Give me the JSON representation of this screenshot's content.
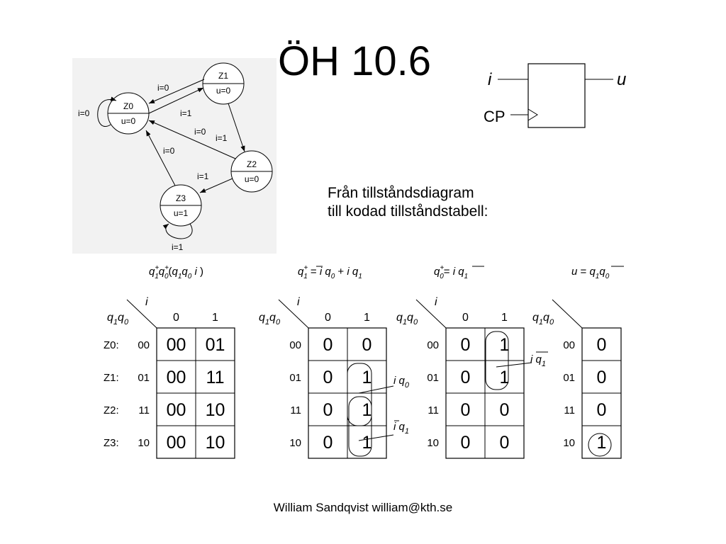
{
  "slide": {
    "title": "ÖH 10.6",
    "subtitle_line1": "Från tillståndsdiagram",
    "subtitle_line2": "till kodad tillståndstabell:",
    "footer": "William Sandqvist william@kth.se"
  },
  "state_diagram": {
    "states": [
      {
        "name": "Z0",
        "output": "u=0"
      },
      {
        "name": "Z1",
        "output": "u=0"
      },
      {
        "name": "Z2",
        "output": "u=0"
      },
      {
        "name": "Z3",
        "output": "u=1"
      }
    ],
    "transitions": [
      {
        "from": "Z0",
        "to": "Z0",
        "label": "i=0"
      },
      {
        "from": "Z1",
        "to": "Z0",
        "label": "i=0"
      },
      {
        "from": "Z0",
        "to": "Z1",
        "label": "i=1"
      },
      {
        "from": "Z2",
        "to": "Z0",
        "label": "i=0"
      },
      {
        "from": "Z1",
        "to": "Z2",
        "label": "i=1"
      },
      {
        "from": "Z3",
        "to": "Z0",
        "label": "i=0"
      },
      {
        "from": "Z2",
        "to": "Z3",
        "label": "i=1"
      },
      {
        "from": "Z3",
        "to": "Z3",
        "label": "i=1"
      }
    ]
  },
  "block": {
    "input": "i",
    "output": "u",
    "clock": "CP"
  },
  "tables": {
    "input_header": "i",
    "columns": [
      "0",
      "1"
    ],
    "row_codes": [
      "00",
      "01",
      "11",
      "10"
    ],
    "state_labels": [
      "Z0:",
      "Z1:",
      "Z2:",
      "Z3:"
    ],
    "next_state": {
      "title": "q1+q0+(q1q0 i )",
      "cells": [
        [
          "00",
          "01"
        ],
        [
          "00",
          "11"
        ],
        [
          "00",
          "10"
        ],
        [
          "00",
          "10"
        ]
      ]
    },
    "q1_next": {
      "title": "q1+ = i q0 + i q1",
      "cells": [
        [
          "0",
          "0"
        ],
        [
          "0",
          "1"
        ],
        [
          "0",
          "1"
        ],
        [
          "0",
          "1"
        ]
      ],
      "groups": [
        "i q0",
        "i q1"
      ]
    },
    "q0_next": {
      "title": "q0+ = i q1",
      "cells": [
        [
          "0",
          "1"
        ],
        [
          "0",
          "1"
        ],
        [
          "0",
          "0"
        ],
        [
          "0",
          "0"
        ]
      ],
      "groups": [
        "i q1"
      ]
    },
    "output": {
      "title": "u = q1 q0",
      "cells": [
        [
          "0"
        ],
        [
          "0"
        ],
        [
          "0"
        ],
        [
          "1"
        ]
      ]
    }
  }
}
